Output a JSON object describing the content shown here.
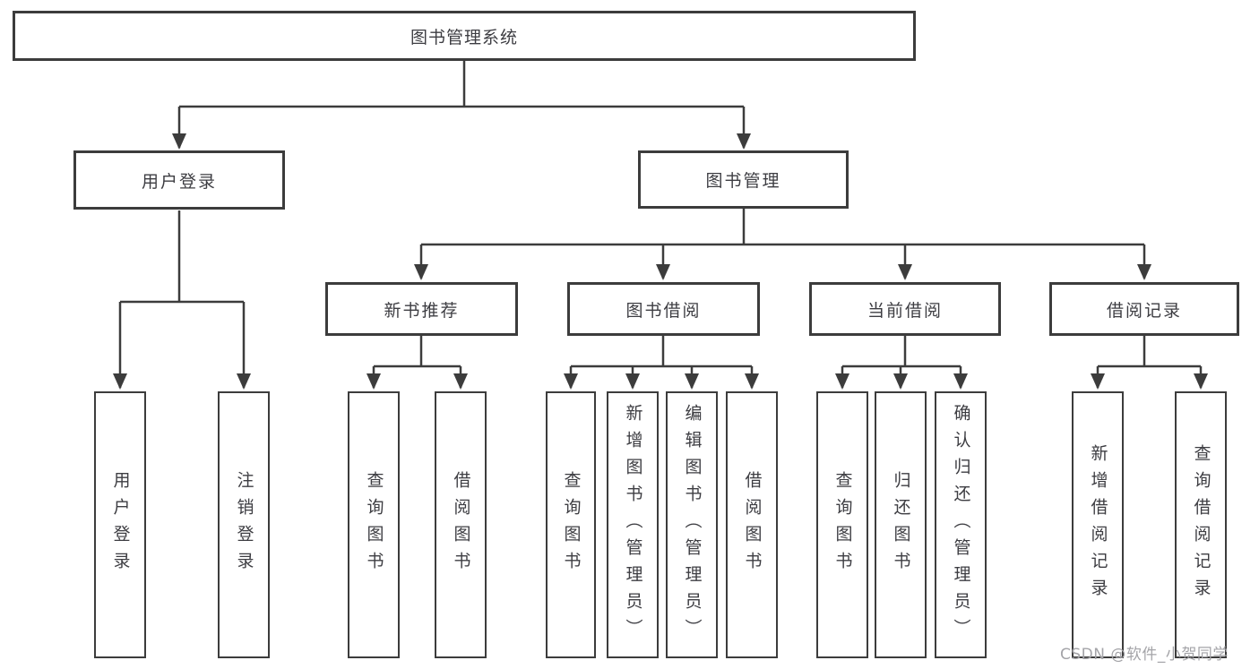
{
  "tree": {
    "label": "图书管理系统",
    "children": [
      {
        "label": "用户登录",
        "children": [
          {
            "label": "用户登录"
          },
          {
            "label": "注销登录"
          }
        ]
      },
      {
        "label": "图书管理",
        "children": [
          {
            "label": "新书推荐",
            "children": [
              {
                "label": "查询图书"
              },
              {
                "label": "借阅图书"
              }
            ]
          },
          {
            "label": "图书借阅",
            "children": [
              {
                "label": "查询图书"
              },
              {
                "label": "新增图书（管理员）"
              },
              {
                "label": "编辑图书（管理员）"
              },
              {
                "label": "借阅图书"
              }
            ]
          },
          {
            "label": "当前借阅",
            "children": [
              {
                "label": "查询图书"
              },
              {
                "label": "归还图书"
              },
              {
                "label": "确认归还（管理员）"
              }
            ]
          },
          {
            "label": "借阅记录",
            "children": [
              {
                "label": "新增借阅记录"
              },
              {
                "label": "查询借阅记录"
              }
            ]
          }
        ]
      }
    ]
  },
  "watermark": {
    "text": "CSDN @软件_小贺同学"
  },
  "colors": {
    "line": "#3c3c3c",
    "box_border": "#3c3c3c",
    "text": "#3d3d42",
    "watermark": "#a4a4a8",
    "background": "#ffffff"
  }
}
